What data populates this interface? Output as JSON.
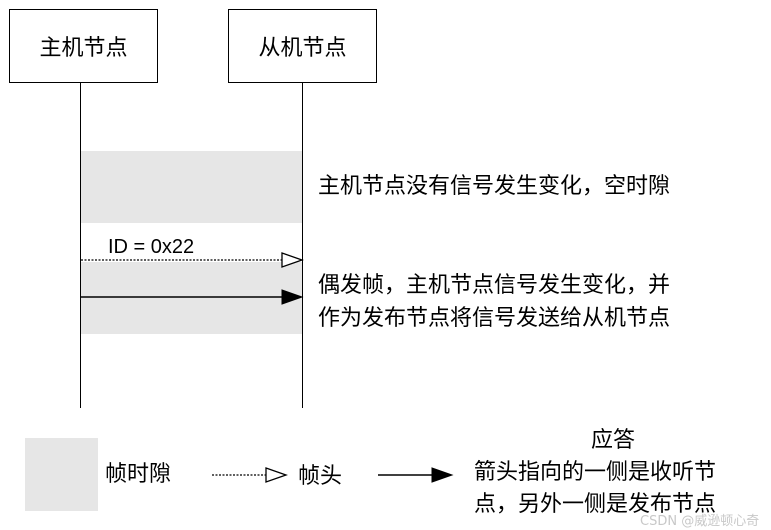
{
  "nodes": {
    "master": "主机节点",
    "slave": "从机节点"
  },
  "annotations": {
    "idle_slot": "主机节点没有信号发生变化，空时隙",
    "frame_line1": "偶发帧，主机节点信号发生变化，并",
    "frame_line2": "作为发布节点将信号发送给从机节点"
  },
  "message": {
    "id_label": "ID = 0x22"
  },
  "legend": {
    "slot": "帧时隙",
    "header": "帧头",
    "response_title": "应答",
    "response_line1": "箭头指向的一侧是收听节",
    "response_line2": "点，另外一侧是发布节点"
  },
  "watermark": "CSDN @威逊顿心奇",
  "colors": {
    "slot_fill": "#e6e6e6",
    "line": "#000000"
  }
}
